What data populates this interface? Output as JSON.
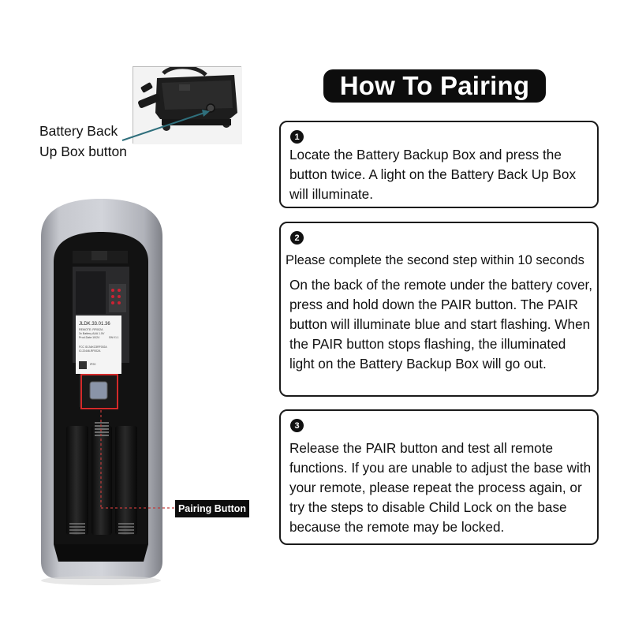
{
  "title": "How To Pairing",
  "battery_box": {
    "label_line1": "Battery Back",
    "label_line2": "Up Box button"
  },
  "steps": [
    {
      "number": "1",
      "text": "Locate the Battery Backup Box and press the button twice. A light on the Battery Back Up Box will illuminate."
    },
    {
      "number": "2",
      "note": "Please complete the second step within 10 seconds",
      "text": "On the back of the remote under the battery cover, press and hold down the PAIR button. The PAIR button will illuminate blue and start flashing. When the PAIR button stops flashing, the illuminated light on the Battery Backup Box will go out."
    },
    {
      "number": "3",
      "text": "Release the PAIR button and test all remote functions. If you are unable to adjust the base with your remote, please repeat the process again, or try the steps to disable Child Lock on the base because the remote may be locked."
    }
  ],
  "remote": {
    "pairing_button_label": "Pairing Button",
    "sticker": {
      "model": "JLDK.33.01.36",
      "line1": "REMOTE: RF002A",
      "line2": "3x Battery AAA 1.5V",
      "line3": "Prod.Date:10/24",
      "line3b": "SW:V1.1",
      "line4": "FCC ID:2AKG3RF002A",
      "line5": "IC:22446-RF002A",
      "line6": "IP20"
    }
  },
  "colors": {
    "title_bg": "#0d0d0d",
    "box_border": "#1a1a1a",
    "highlight_red": "#d42a2a",
    "arrow_teal": "#2f6f7c",
    "remote_silver": "#a9abb3"
  }
}
